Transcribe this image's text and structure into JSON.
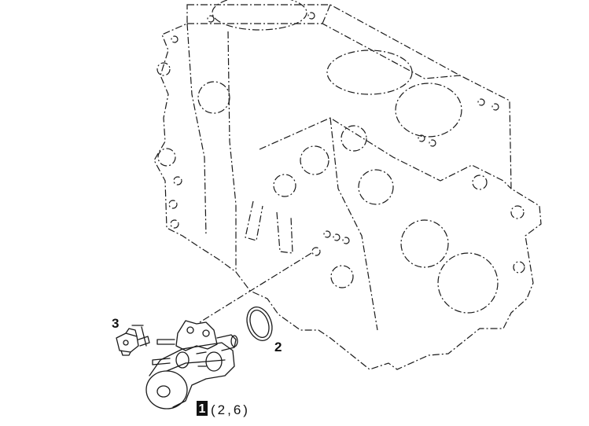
{
  "callouts": {
    "seal_ring": "2",
    "temp_sensor": "3",
    "water_pump_number": "1",
    "water_pump_refs": "(2,6)"
  },
  "colors": {
    "ink": "#1a1a1a",
    "background": "#ffffff",
    "badge": "#111111"
  }
}
